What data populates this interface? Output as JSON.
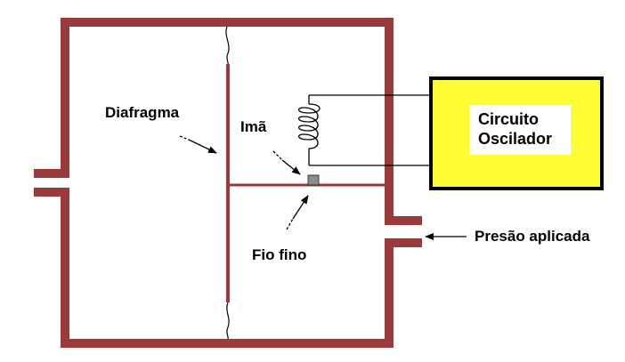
{
  "colors": {
    "chamber_wall": "#9b3a3a",
    "oscillator_fill": "#ffff33",
    "oscillator_border": "#000000",
    "wiring": "#000000",
    "magnet": "#8c8c8c",
    "text": "#000000"
  },
  "labels": {
    "diaphragm": "Diafragma",
    "magnet": "Imã",
    "wire": "Fio fino",
    "applied_pressure": "Presão aplicada"
  },
  "oscillator": {
    "line1": "Circuito",
    "line2": "Oscilador"
  }
}
